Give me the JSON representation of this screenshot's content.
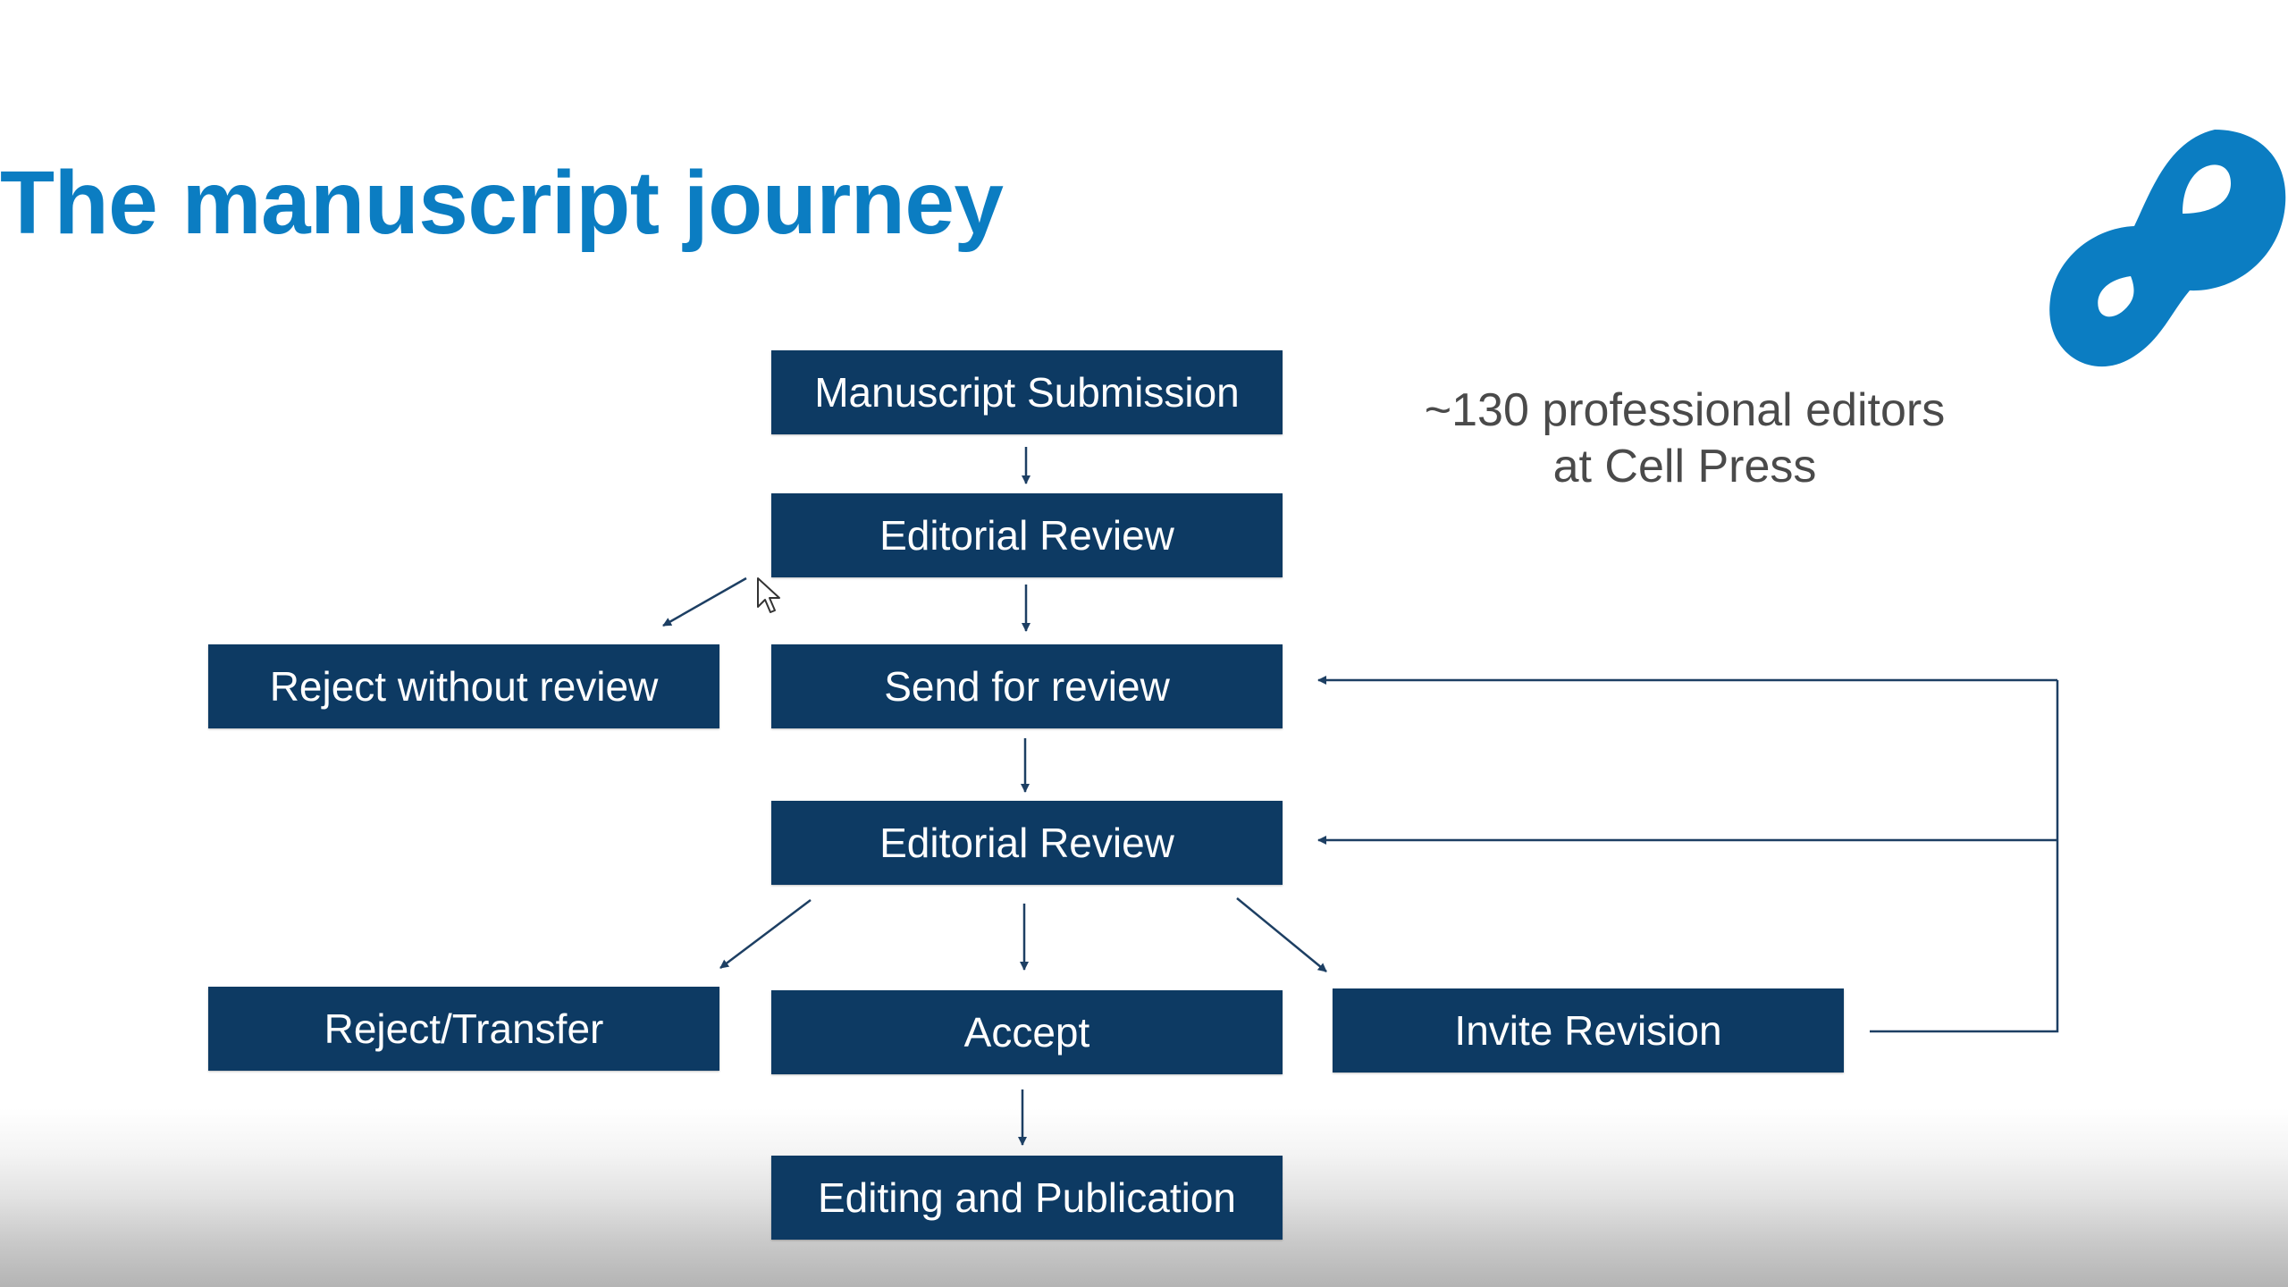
{
  "slide": {
    "title": "The manuscript journey",
    "note_lines": [
      "~130 professional editors",
      "at Cell Press"
    ],
    "colors": {
      "title": "#0b7dc2",
      "box_fill": "#0d3a63",
      "box_text": "#ffffff",
      "arrow": "#1d3f63",
      "note_text": "#4a4a4a",
      "logo": "#0b7dc2"
    },
    "logo_icon": "cell-press-logo-icon",
    "cursor_icon": "mouse-pointer-icon"
  },
  "flowchart": {
    "nodes": {
      "submission": "Manuscript Submission",
      "editorial_review_1": "Editorial Review",
      "send_for_review": "Send for review",
      "reject_without_review": "Reject without review",
      "editorial_review_2": "Editorial Review",
      "reject_transfer": "Reject/Transfer",
      "accept": "Accept",
      "invite_revision": "Invite Revision",
      "editing_publication": "Editing and Publication"
    },
    "edges": [
      [
        "submission",
        "editorial_review_1"
      ],
      [
        "editorial_review_1",
        "send_for_review"
      ],
      [
        "editorial_review_1",
        "reject_without_review"
      ],
      [
        "send_for_review",
        "editorial_review_2"
      ],
      [
        "editorial_review_2",
        "reject_transfer"
      ],
      [
        "editorial_review_2",
        "accept"
      ],
      [
        "editorial_review_2",
        "invite_revision"
      ],
      [
        "invite_revision",
        "send_for_review"
      ],
      [
        "invite_revision",
        "editorial_review_2"
      ],
      [
        "accept",
        "editing_publication"
      ]
    ]
  }
}
